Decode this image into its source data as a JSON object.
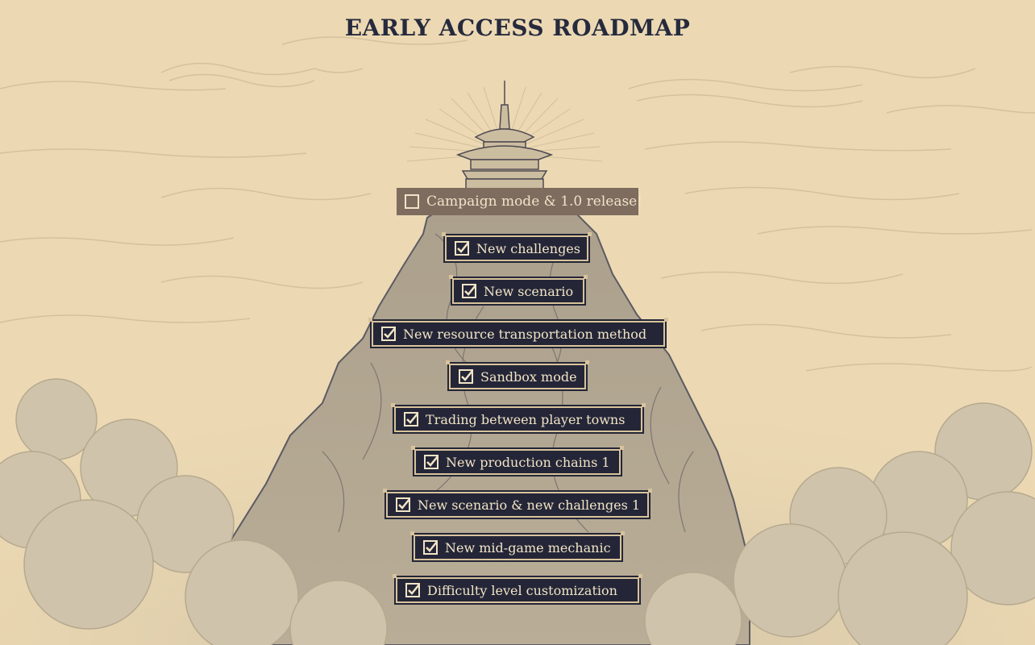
{
  "page": {
    "title": "EARLY ACCESS ROADMAP"
  },
  "colors": {
    "background": "#ecd9b3",
    "item_done_bg": "#242638",
    "item_pending_bg": "#7e6c5f",
    "item_text": "#f2e4c5",
    "title_text": "#262a3d"
  },
  "roadmap": {
    "items": [
      {
        "label": "Campaign mode & 1.0 release!",
        "checked": false
      },
      {
        "label": "New challenges",
        "checked": true
      },
      {
        "label": "New scenario",
        "checked": true
      },
      {
        "label": "New resource transportation method",
        "checked": true
      },
      {
        "label": "Sandbox mode",
        "checked": true
      },
      {
        "label": "Trading between player towns",
        "checked": true
      },
      {
        "label": "New production chains 1",
        "checked": true
      },
      {
        "label": "New scenario & new challenges 1",
        "checked": true
      },
      {
        "label": "New mid-game mechanic",
        "checked": true
      },
      {
        "label": "Difficulty level customization",
        "checked": true
      }
    ]
  }
}
